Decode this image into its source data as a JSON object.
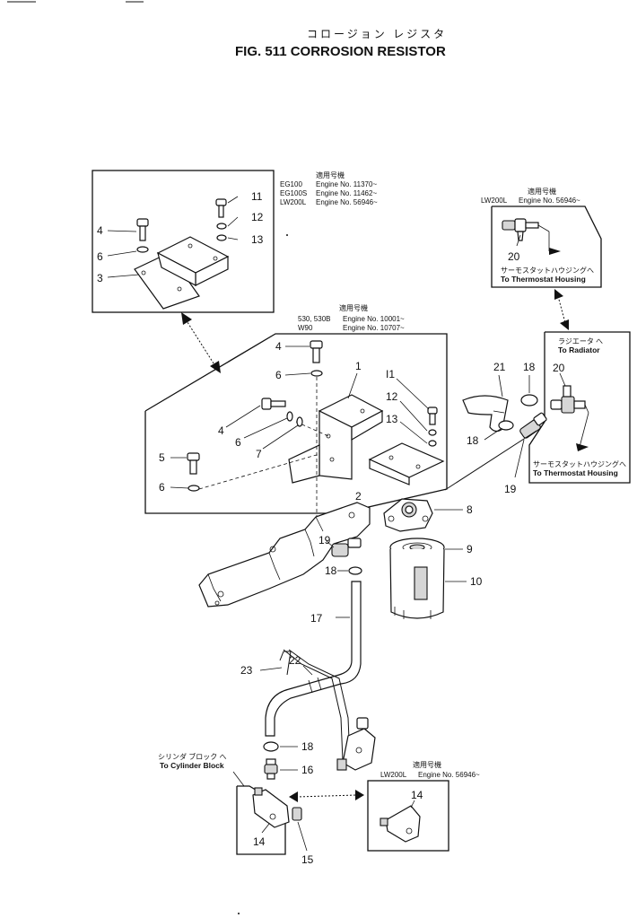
{
  "header": {
    "title_jp": "コロージョン レジスタ",
    "title": "FIG. 511 CORROSION RESISTOR"
  },
  "notes": {
    "box_a": {
      "heading_jp": "適用号機",
      "lines": [
        {
          "model": "EG100",
          "engine": "Engine No. 11370~"
        },
        {
          "model": "EG100S",
          "engine": "Engine No. 11462~"
        },
        {
          "model": "LW200L",
          "engine": "Engine No. 56946~"
        }
      ]
    },
    "box_b": {
      "heading_jp": "適用号機",
      "lines": [
        {
          "model": "530, 530B",
          "engine": "Engine No. 10001~"
        },
        {
          "model": "W90",
          "engine": "Engine No. 10707~"
        }
      ]
    },
    "box_c": {
      "heading_jp": "適用号機",
      "lines": [
        {
          "model": "LW200L",
          "engine": "Engine No. 56946~"
        }
      ],
      "dest_jp": "サーモスタットハウジングへ",
      "dest": "To Thermostat Housing"
    },
    "box_d": {
      "dest_jp_1": "ラジエータ へ",
      "dest_1": "To Radiator",
      "dest_jp_2": "サーモスタットハウジングへ",
      "dest_2": "To Thermostat Housing"
    },
    "box_e": {
      "dest_jp": "シリンダ ブロック へ",
      "dest": "To Cylinder Block"
    },
    "box_f": {
      "heading_jp": "適用号機",
      "lines": [
        {
          "model": "LW200L",
          "engine": "Engine No. 56946~"
        }
      ]
    }
  },
  "callouts": {
    "a11": "11",
    "a12": "12",
    "a13": "13",
    "a4": "4",
    "a6": "6",
    "a3": "3",
    "b4": "4",
    "b6": "6",
    "b1": "1",
    "b11": "I1",
    "b12": "12",
    "b13": "13",
    "b4b": "4",
    "b6b": "6",
    "b7": "7",
    "b5": "5",
    "b6c": "6",
    "b2": "2",
    "c20": "20",
    "d21": "21",
    "d18": "18",
    "d20": "20",
    "d18b": "18",
    "d19": "19",
    "m8": "8",
    "m9": "9",
    "m10": "10",
    "m19": "19",
    "m18": "18",
    "m17": "17",
    "m22": "22",
    "m23": "23",
    "m18b": "18",
    "m16": "16",
    "m15": "15",
    "e14": "14",
    "f14": "14"
  },
  "icons": [
    "double-arrow-icon",
    "direction-arrow-icon"
  ]
}
